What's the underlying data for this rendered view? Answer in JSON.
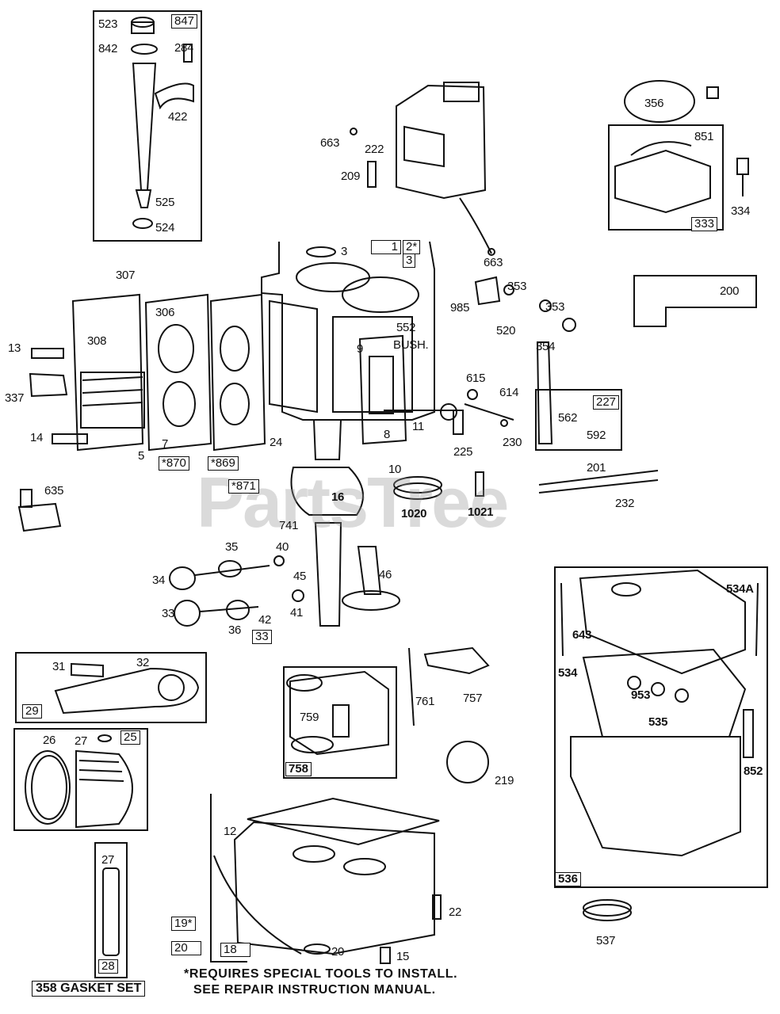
{
  "watermark": "PartsTree",
  "notes": {
    "line1": "*REQUIRES SPECIAL TOOLS TO INSTALL.",
    "line2": "SEE REPAIR INSTRUCTION MANUAL."
  },
  "gasket_set": "358 GASKET SET",
  "crankcase_part": "552",
  "crankcase_part_note": "BUSH.",
  "callouts": [
    {
      "id": "c523",
      "text": "523"
    },
    {
      "id": "c847",
      "text": "847"
    },
    {
      "id": "c842",
      "text": "842"
    },
    {
      "id": "c284",
      "text": "284"
    },
    {
      "id": "c422",
      "text": "422"
    },
    {
      "id": "c525",
      "text": "525"
    },
    {
      "id": "c524",
      "text": "524"
    },
    {
      "id": "c663a",
      "text": "663"
    },
    {
      "id": "c222",
      "text": "222"
    },
    {
      "id": "c209",
      "text": "209"
    },
    {
      "id": "c663b",
      "text": "663"
    },
    {
      "id": "c356",
      "text": "356"
    },
    {
      "id": "c851",
      "text": "851"
    },
    {
      "id": "c334",
      "text": "334"
    },
    {
      "id": "c333",
      "text": "333"
    },
    {
      "id": "c3a",
      "text": "3"
    },
    {
      "id": "c1",
      "text": "1"
    },
    {
      "id": "c2",
      "text": "2*"
    },
    {
      "id": "c3b",
      "text": "3"
    },
    {
      "id": "c307",
      "text": "307"
    },
    {
      "id": "c306",
      "text": "306"
    },
    {
      "id": "c308",
      "text": "308"
    },
    {
      "id": "c13",
      "text": "13"
    },
    {
      "id": "c337",
      "text": "337"
    },
    {
      "id": "c14",
      "text": "14"
    },
    {
      "id": "c5",
      "text": "5"
    },
    {
      "id": "c7",
      "text": "7"
    },
    {
      "id": "c870",
      "text": "*870"
    },
    {
      "id": "c869",
      "text": "*869"
    },
    {
      "id": "c871",
      "text": "*871"
    },
    {
      "id": "c24",
      "text": "24"
    },
    {
      "id": "c9",
      "text": "9"
    },
    {
      "id": "c8",
      "text": "8"
    },
    {
      "id": "c11",
      "text": "11"
    },
    {
      "id": "c985",
      "text": "985"
    },
    {
      "id": "c353a",
      "text": "353"
    },
    {
      "id": "c520",
      "text": "520"
    },
    {
      "id": "c353b",
      "text": "353"
    },
    {
      "id": "c354",
      "text": "354"
    },
    {
      "id": "c200",
      "text": "200"
    },
    {
      "id": "c615",
      "text": "615"
    },
    {
      "id": "c614",
      "text": "614"
    },
    {
      "id": "c227",
      "text": "227"
    },
    {
      "id": "c562",
      "text": "562"
    },
    {
      "id": "c592",
      "text": "592"
    },
    {
      "id": "c225",
      "text": "225"
    },
    {
      "id": "c230",
      "text": "230"
    },
    {
      "id": "c10",
      "text": "10"
    },
    {
      "id": "c1020",
      "text": "1020"
    },
    {
      "id": "c1021",
      "text": "1021"
    },
    {
      "id": "c201",
      "text": "201"
    },
    {
      "id": "c232",
      "text": "232"
    },
    {
      "id": "c635",
      "text": "635"
    },
    {
      "id": "c16",
      "text": "16"
    },
    {
      "id": "c741",
      "text": "741"
    },
    {
      "id": "c35",
      "text": "35"
    },
    {
      "id": "c40",
      "text": "40"
    },
    {
      "id": "c34",
      "text": "34"
    },
    {
      "id": "c45",
      "text": "45"
    },
    {
      "id": "c46",
      "text": "46"
    },
    {
      "id": "c41",
      "text": "41"
    },
    {
      "id": "c33a",
      "text": "33"
    },
    {
      "id": "c36",
      "text": "36"
    },
    {
      "id": "c42",
      "text": "42"
    },
    {
      "id": "c33b",
      "text": "33"
    },
    {
      "id": "c534A",
      "text": "534A"
    },
    {
      "id": "c643",
      "text": "643"
    },
    {
      "id": "c534",
      "text": "534"
    },
    {
      "id": "c953",
      "text": "953"
    },
    {
      "id": "c535",
      "text": "535"
    },
    {
      "id": "c852",
      "text": "852"
    },
    {
      "id": "c536",
      "text": "536"
    },
    {
      "id": "c537",
      "text": "537"
    },
    {
      "id": "c31",
      "text": "31"
    },
    {
      "id": "c32",
      "text": "32"
    },
    {
      "id": "c29",
      "text": "29"
    },
    {
      "id": "c26",
      "text": "26"
    },
    {
      "id": "c27a",
      "text": "27"
    },
    {
      "id": "c25",
      "text": "25"
    },
    {
      "id": "c761",
      "text": "761"
    },
    {
      "id": "c757",
      "text": "757"
    },
    {
      "id": "c759",
      "text": "759"
    },
    {
      "id": "c758",
      "text": "758"
    },
    {
      "id": "c219",
      "text": "219"
    },
    {
      "id": "c12",
      "text": "12"
    },
    {
      "id": "c27b",
      "text": "27"
    },
    {
      "id": "c28",
      "text": "28"
    },
    {
      "id": "c19",
      "text": "19*"
    },
    {
      "id": "c20a",
      "text": "20"
    },
    {
      "id": "c18",
      "text": "18"
    },
    {
      "id": "c20b",
      "text": "20"
    },
    {
      "id": "c22",
      "text": "22"
    },
    {
      "id": "c15",
      "text": "15"
    }
  ]
}
